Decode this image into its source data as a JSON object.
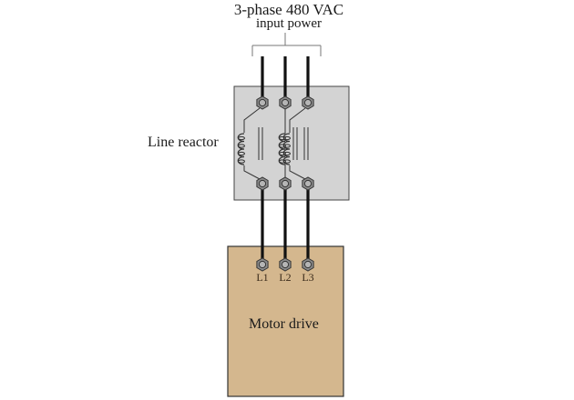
{
  "diagram": {
    "title": {
      "line1": "3-phase 480 VAC",
      "line2": "input power"
    },
    "line_reactor": {
      "label": "Line reactor",
      "fill_color": "#d3d3d3",
      "phases": 3
    },
    "motor_drive": {
      "label": "Motor drive",
      "fill_color": "#d4b78e",
      "terminals": [
        "L1",
        "L2",
        "L3"
      ]
    },
    "wire_color": "#111111"
  }
}
